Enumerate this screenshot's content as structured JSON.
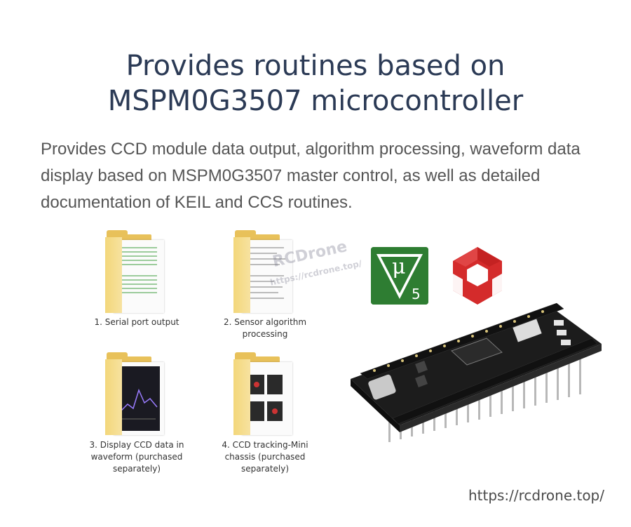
{
  "title": {
    "line1": "Provides routines based on",
    "line2": "MSPM0G3507 microcontroller"
  },
  "description": "Provides CCD module data output, algorithm processing, waveform data display based on MSPM0G3507 master control, as well as detailed documentation of KEIL and CCS routines.",
  "folders": [
    {
      "caption": "1. Serial port output",
      "icon": "folder-icon"
    },
    {
      "caption": "2. Sensor algorithm processing",
      "icon": "folder-icon"
    },
    {
      "caption": "3. Display CCD data in waveform (purchased separately)",
      "icon": "folder-icon"
    },
    {
      "caption": "4. CCD tracking-Mini chassis (purchased separately)",
      "icon": "folder-icon"
    }
  ],
  "logos": {
    "keil_symbol": "μ",
    "keil_version": "5"
  },
  "watermark": {
    "brand": "RCDrone",
    "url": "https://rcdrone.top/"
  },
  "footer_url": "https://rcdrone.top/",
  "colors": {
    "title": "#2b3a55",
    "body_text": "#555555",
    "folder": "#e8c15a",
    "keil_green": "#2e7d32",
    "ccs_red": "#d42b2b",
    "board_pcb": "#1c1c1c"
  }
}
